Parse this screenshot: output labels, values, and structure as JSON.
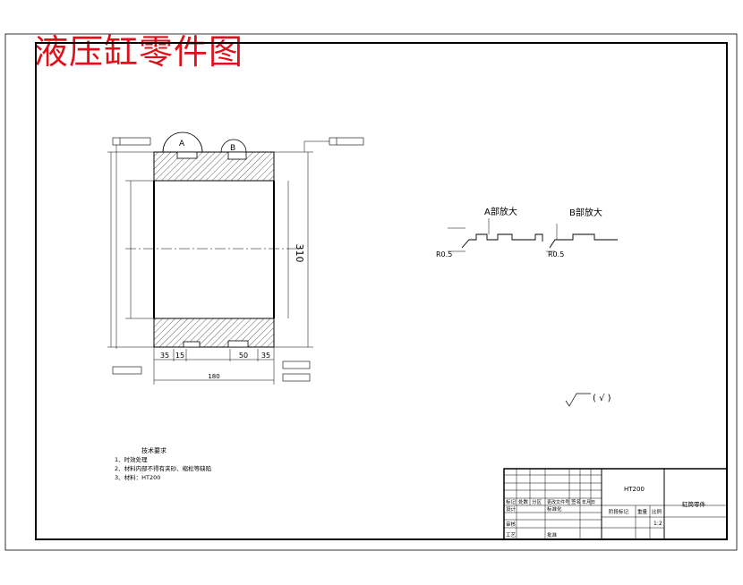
{
  "title": "液压缸零件图",
  "labels": {
    "detail_a": "A",
    "detail_b": "B",
    "detail_a_title": "A部放大",
    "detail_b_title": "B部放大",
    "length_310": "310",
    "width_180": "180",
    "dim_35_left": "35",
    "dim_15": "15",
    "dim_50": "50",
    "dim_35_right": "35",
    "r_a": "R0.5",
    "r_b": "R0.5",
    "roughness_note": "( √ )",
    "material_tag": "HT200"
  },
  "tech_requirements": {
    "heading": "技术要求",
    "items": [
      "1、时效处理",
      "2、材料内部不得有夹砂、缩松等缺陷",
      "3、材料：HT200"
    ]
  },
  "title_block": {
    "material": "HT200",
    "part_name": "缸筒零件",
    "scale": "1:2",
    "row_labels": [
      "标记",
      "设计",
      "审核",
      "工艺"
    ],
    "col_labels": [
      "处数",
      "分区",
      "更改文件号",
      "签名",
      "年月日"
    ],
    "standardized": "标准化",
    "approved": "批准",
    "stage_label": "阶段标记",
    "weight_label": "重量",
    "ratio_label": "比例"
  }
}
